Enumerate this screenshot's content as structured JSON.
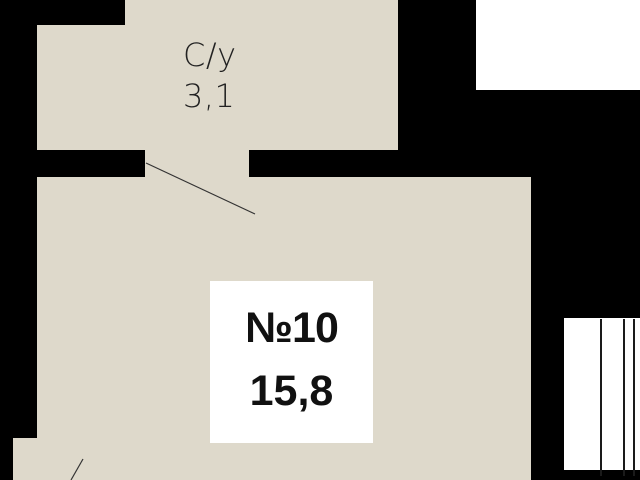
{
  "plan": {
    "colors": {
      "wall": "#000000",
      "floor": "#ded9cb",
      "background": "#ffffff",
      "text": "#222222"
    },
    "rooms": [
      {
        "id": "bathroom",
        "name": "С/у",
        "area": "3,1"
      }
    ],
    "unit": {
      "number": "№10",
      "area": "15,8"
    }
  }
}
